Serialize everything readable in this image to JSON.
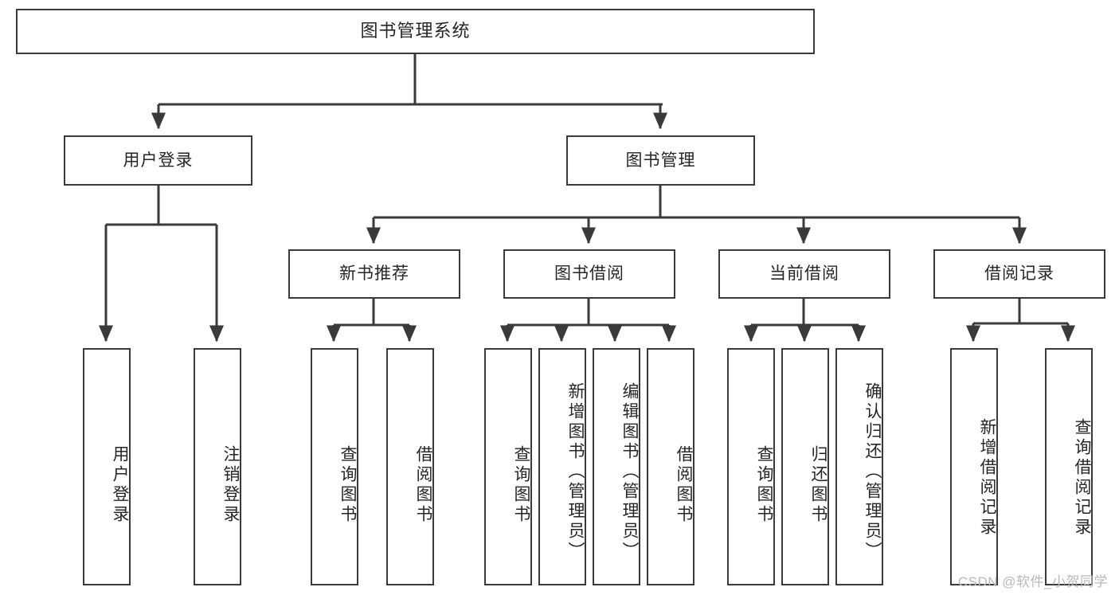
{
  "diagram": {
    "title": "图书管理系统",
    "type": "tree",
    "watermark": "CSDN @软件_小贺同学",
    "levels": {
      "root": {
        "label": "图书管理系统"
      },
      "level2": [
        {
          "label": "用户登录"
        },
        {
          "label": "图书管理"
        }
      ],
      "level3": [
        {
          "label": "新书推荐"
        },
        {
          "label": "图书借阅"
        },
        {
          "label": "当前借阅"
        },
        {
          "label": "借阅记录"
        }
      ],
      "leaves": {
        "user_login": [
          {
            "label": "用户登录"
          },
          {
            "label": "注销登录"
          }
        ],
        "new_book_recommend": [
          {
            "label": "查询图书"
          },
          {
            "label": "借阅图书"
          }
        ],
        "book_borrow": [
          {
            "label": "查询图书"
          },
          {
            "label": "新增图书（管理员）"
          },
          {
            "label": "编辑图书（管理员）"
          },
          {
            "label": "借阅图书"
          }
        ],
        "current_borrow": [
          {
            "label": "查询图书"
          },
          {
            "label": "归还图书"
          },
          {
            "label": "确认归还（管理员）"
          }
        ],
        "borrow_record": [
          {
            "label": "新增借阅记录"
          },
          {
            "label": "查询借阅记录"
          }
        ]
      }
    },
    "colors": {
      "stroke": "#3a3a3a",
      "text": "#262626",
      "background": "#ffffff",
      "watermark": "#b9b9b9"
    }
  }
}
